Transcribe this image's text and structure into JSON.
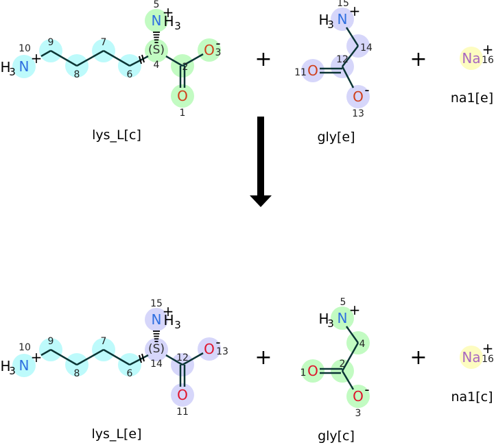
{
  "colors": {
    "cyan": "#bdfafb",
    "green": "#c2fbc2",
    "lavender": "#d6d6fa",
    "yellow": "#fdfcc0",
    "N": "#2f6fe0",
    "O_top": "#d0401c",
    "O_bottom": "#e0142c",
    "Na": "#a868c0",
    "bond": "#0b3535"
  },
  "operator_plus": "+",
  "molecules": [
    {
      "label": "lys_L[c]",
      "atoms": [
        {
          "symbol": "N",
          "num": "10",
          "h": "H",
          "hn": "3",
          "charge": "+",
          "hl": "#bdfafb"
        },
        {
          "symbol": "",
          "num": "9",
          "hl": "#bdfafb"
        },
        {
          "symbol": "",
          "num": "8",
          "hl": "#bdfafb"
        },
        {
          "symbol": "",
          "num": "7",
          "hl": "#bdfafb"
        },
        {
          "symbol": "",
          "num": "6",
          "hl": "#bdfafb"
        },
        {
          "symbol": "",
          "num": "4",
          "stereo": "(S)",
          "hl": "#c2fbc2"
        },
        {
          "symbol": "N",
          "num": "5",
          "h": "H",
          "hn": "3",
          "charge": "+",
          "hl": "#c2fbc2"
        },
        {
          "symbol": "",
          "num": "2",
          "hl": "#c2fbc2"
        },
        {
          "symbol": "O",
          "num": "3",
          "charge": "-",
          "hl": "#c2fbc2"
        },
        {
          "symbol": "O",
          "num": "1",
          "hl": "#c2fbc2"
        }
      ]
    },
    {
      "label": "gly[e]",
      "atoms": [
        {
          "symbol": "N",
          "num": "15",
          "h": "H",
          "hn": "3",
          "charge": "+",
          "hl": "#d6d6fa"
        },
        {
          "symbol": "",
          "num": "14",
          "hl": "#d6d6fa"
        },
        {
          "symbol": "",
          "num": "12",
          "hl": "#d6d6fa"
        },
        {
          "symbol": "O",
          "num": "11",
          "hl": "#d6d6fa"
        },
        {
          "symbol": "O",
          "num": "13",
          "charge": "-",
          "hl": "#d6d6fa"
        }
      ]
    },
    {
      "label": "na1[e]",
      "atoms": [
        {
          "symbol": "Na",
          "num": "16",
          "charge": "+",
          "hl": "#fdfcc0"
        }
      ]
    },
    {
      "label": "lys_L[e]",
      "atoms": [
        {
          "symbol": "N",
          "num": "10",
          "h": "H",
          "hn": "3",
          "charge": "+",
          "hl": "#bdfafb"
        },
        {
          "symbol": "",
          "num": "9",
          "hl": "#bdfafb"
        },
        {
          "symbol": "",
          "num": "8",
          "hl": "#bdfafb"
        },
        {
          "symbol": "",
          "num": "7",
          "hl": "#bdfafb"
        },
        {
          "symbol": "",
          "num": "6",
          "hl": "#bdfafb"
        },
        {
          "symbol": "",
          "num": "14",
          "stereo": "(S)",
          "hl": "#d6d6fa"
        },
        {
          "symbol": "N",
          "num": "15",
          "h": "H",
          "hn": "3",
          "charge": "+",
          "hl": "#d6d6fa"
        },
        {
          "symbol": "",
          "num": "12",
          "hl": "#d6d6fa"
        },
        {
          "symbol": "O",
          "num": "13",
          "charge": "-",
          "hl": "#d6d6fa"
        },
        {
          "symbol": "O",
          "num": "11",
          "hl": "#d6d6fa"
        }
      ]
    },
    {
      "label": "gly[c]",
      "atoms": [
        {
          "symbol": "N",
          "num": "5",
          "h": "H",
          "hn": "3",
          "charge": "+",
          "hl": "#c2fbc2"
        },
        {
          "symbol": "",
          "num": "4",
          "hl": "#c2fbc2"
        },
        {
          "symbol": "",
          "num": "2",
          "hl": "#c2fbc2"
        },
        {
          "symbol": "O",
          "num": "1",
          "hl": "#c2fbc2"
        },
        {
          "symbol": "O",
          "num": "3",
          "charge": "-",
          "hl": "#c2fbc2"
        }
      ]
    },
    {
      "label": "na1[c]",
      "atoms": [
        {
          "symbol": "Na",
          "num": "16",
          "charge": "+",
          "hl": "#fdfcc0"
        }
      ]
    }
  ]
}
